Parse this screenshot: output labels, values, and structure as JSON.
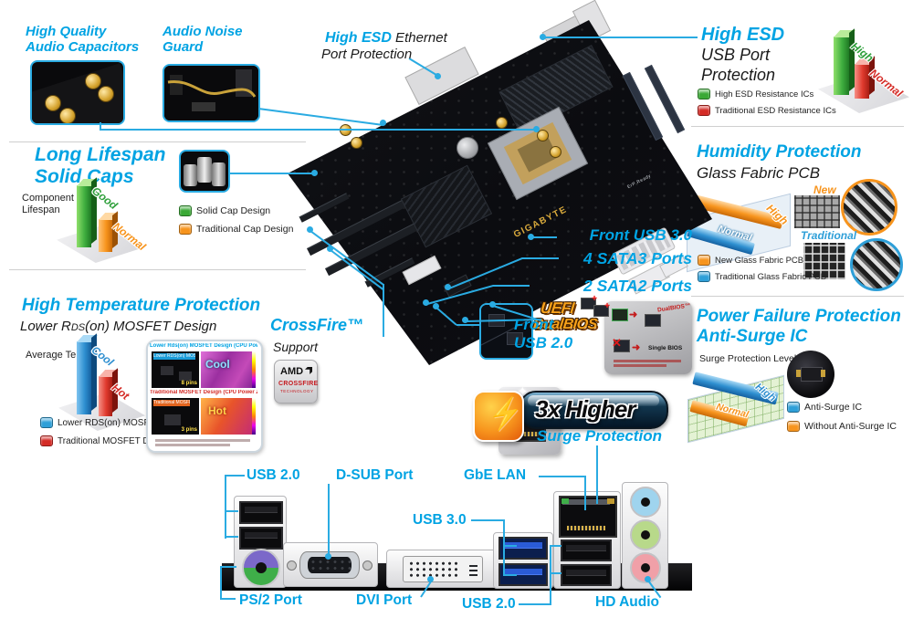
{
  "accent": "#00a3e3",
  "line_color": "#2aabe2",
  "audio_caps": {
    "title_l1": "High Quality",
    "title_l2": "Audio Capacitors"
  },
  "audio_guard": {
    "title_l1": "Audio Noise",
    "title_l2": "Guard"
  },
  "esd_ethernet": {
    "highlight": "High ESD",
    "suffix": " Ethernet",
    "line2": "Port Protection"
  },
  "esd_usb": {
    "highlight": "High ESD",
    "line2": "USB Port",
    "line3": "Protection",
    "bar_high": "High",
    "bar_normal": "Normal",
    "legend": [
      {
        "label": "High ESD Resistance ICs",
        "color": "#3aa935"
      },
      {
        "label": "Traditional ESD Resistance ICs",
        "color": "#d42b26"
      }
    ]
  },
  "long_lifespan": {
    "title_l1": "Long Lifespan",
    "title_l2": "Solid Caps",
    "axis_l1": "Component",
    "axis_l2": "Lifespan",
    "bar_good": "Good",
    "bar_normal": "Normal",
    "legend": [
      {
        "label": "Solid Cap Design",
        "color": "#3aa935"
      },
      {
        "label": "Traditional Cap Design",
        "color": "#f7941d"
      }
    ]
  },
  "humidity": {
    "title": "Humidity Protection",
    "subtitle": "Glass Fabric PCB",
    "bar_high": "High",
    "bar_normal": "Normal",
    "new_label": "New",
    "traditional_label": "Traditional",
    "legend": [
      {
        "label": "New Glass Fabric PCB",
        "color": "#f7941d"
      },
      {
        "label": "Traditional Glass Fabric PCB",
        "color": "#2e9fd8"
      }
    ]
  },
  "high_temp": {
    "title": "High Temperature Protection",
    "subtitle_pre": "Lower R",
    "subtitle_sub": "DS",
    "subtitle_post": "(on) MOSFET Design",
    "axis": "Average Temp.",
    "bar_cool": "Cool",
    "bar_hot": "Hot",
    "legend": [
      {
        "label": "Lower RDS(on) MOSFET Design",
        "color": "#2e9fd8"
      },
      {
        "label": "Traditional MOSFET Design",
        "color": "#d42b26"
      }
    ],
    "panel": {
      "header1": "Lower Rds(on) MOSFET Design (CPU Power Zone)",
      "header2": "Traditional MOSFET Design (CPU Power Zone)",
      "chip1": "Lower RDS(on) MOSFET",
      "chip2": "Traditional MOSFET",
      "cool": "Cool",
      "hot": "Hot",
      "note1": "8 pins",
      "note2": "3 pins"
    }
  },
  "crossfire": {
    "title": "CrossFire™",
    "subtitle": "Support",
    "amd": "AMD",
    "logo_l1": "CROSSFIRE",
    "logo_l2": "TECHNOLOGY"
  },
  "callouts": {
    "front_usb2_l1": "Front",
    "front_usb2_l2": "USB 2.0",
    "front_usb3": "Front USB 3.0",
    "sata3": "4 SATA3 Ports",
    "sata2": "2 SATA2 Ports"
  },
  "uefi": {
    "logo_l1": "UEFI",
    "logo_l2": "DualBIOS",
    "dual": "DualBIOS™",
    "single": "Single BIOS"
  },
  "surge": {
    "badge": "3x Higher",
    "label": "Surge Protection"
  },
  "power_failure": {
    "title_l1": "Power Failure Protection",
    "title_l2": "Anti-Surge IC",
    "axis": "Surge Protection Level",
    "bar_high": "High",
    "bar_normal": "Normal",
    "legend": [
      {
        "label": "Anti-Surge IC",
        "color": "#2e9fd8"
      },
      {
        "label": "Without Anti-Surge IC",
        "color": "#f7941d"
      }
    ]
  },
  "io": {
    "usb2_top": "USB 2.0",
    "dsub": "D-SUB Port",
    "usb3": "USB 3.0",
    "gbe": "GbE LAN",
    "ps2": "PS/2 Port",
    "dvi": "DVI Port",
    "usb2_bottom": "USB 2.0",
    "hd_audio": "HD Audio"
  },
  "board": {
    "brand": "GIGABYTE",
    "erp": "ErP Ready"
  }
}
